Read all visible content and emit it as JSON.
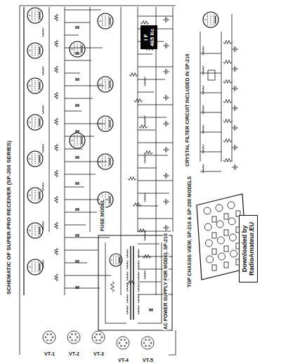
{
  "diagram": {
    "title": "SCHEMATIC OF SUPER-PRO RECEIVER (SP-200 SERIES)",
    "nodes": [
      {
        "text": [
          "I F",
          "465 Kc"
        ]
      },
      {
        "text": [
          "Downloaded by RadioAmateur.EU"
        ]
      }
    ],
    "labels": [
      "CRYSTAL FILTER CIRCUIT INCLUDED IN SP-210",
      "TOP CHASSIS VIEW, SP-210 & SP-200 MODELS",
      "AC POWER SUPPLY FOR MODEL SP-210",
      "FUSE MODEL",
      "VT-1",
      "VT-2",
      "VT-3",
      "VT-4",
      "VT-5"
    ]
  }
}
